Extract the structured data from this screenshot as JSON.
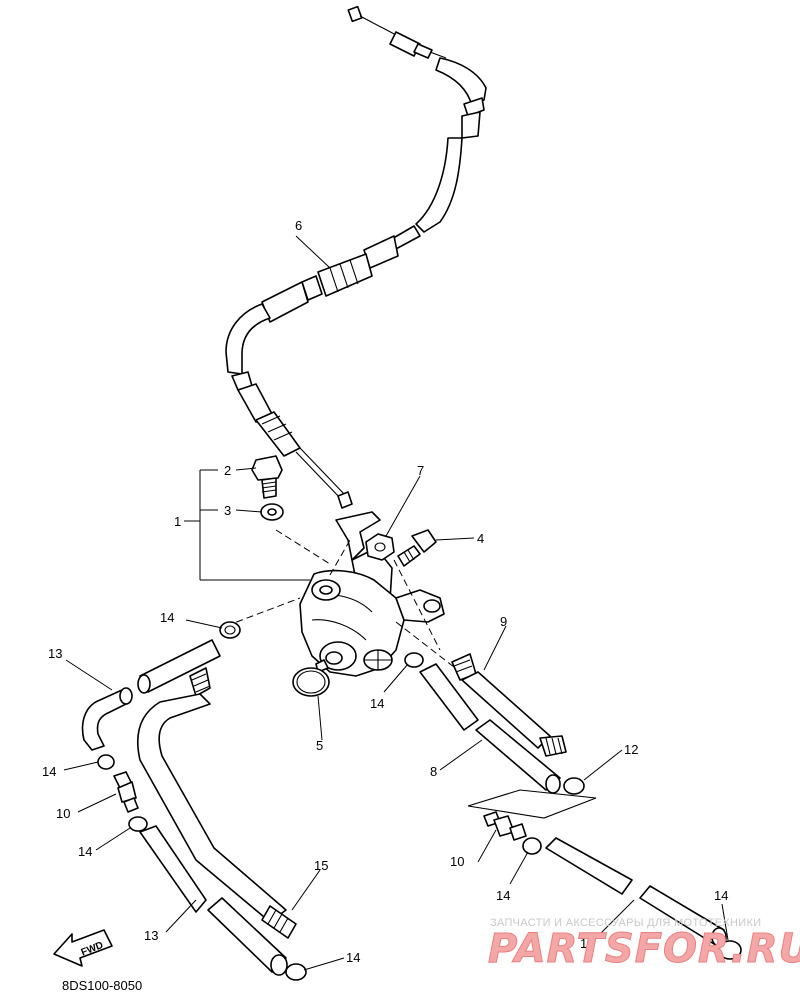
{
  "diagram_code": "8DS100-8050",
  "fwd_label": "FWD",
  "watermark": {
    "tagline": "ЗАПЧАСТИ И АКСЕССУАРЫ ДЛЯ МОТОТЕХНИКИ",
    "logo_text": "PARTSFOR.RU"
  },
  "callouts": {
    "c1": "1",
    "c2": "2",
    "c3": "3",
    "c4": "4",
    "c5": "5",
    "c6": "6",
    "c7": "7",
    "c8": "8",
    "c9": "9",
    "c10a": "10",
    "c10b": "10",
    "c11": "11",
    "c12": "12",
    "c13a": "13",
    "c13b": "13",
    "c14a": "14",
    "c14b": "14",
    "c14c": "14",
    "c14d": "14",
    "c14e": "14",
    "c14f": "14",
    "c14g": "14",
    "c15": "15"
  }
}
